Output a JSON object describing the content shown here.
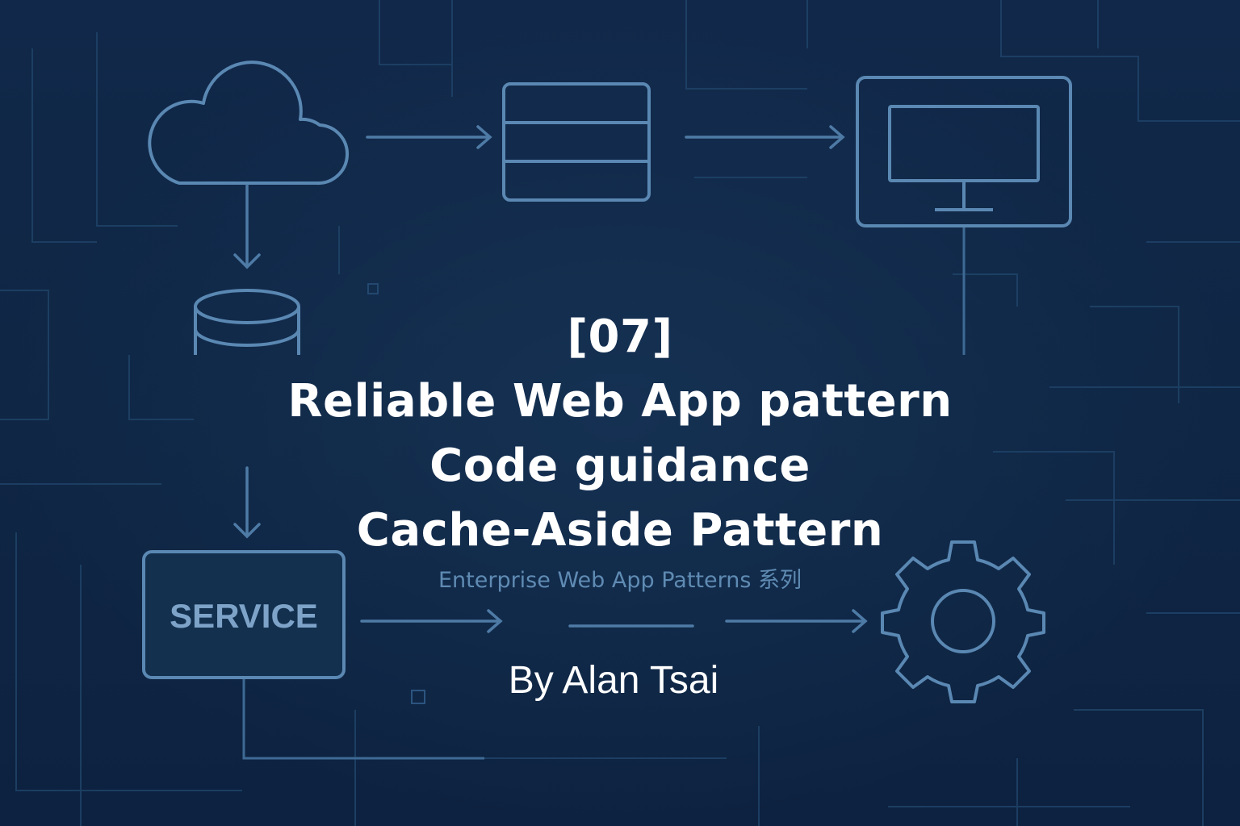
{
  "title": {
    "number": "[07]",
    "line1": "Reliable Web App pattern",
    "line2": "Code guidance",
    "line3": "Cache-Aside Pattern"
  },
  "subtitle": "Enterprise Web App Patterns 系列",
  "author": "By Alan Tsai",
  "diagram": {
    "service_label": "SERVICE",
    "icons": [
      "cloud-icon",
      "server-rack-icon",
      "monitor-icon",
      "database-icon",
      "service-box",
      "gear-icon"
    ]
  },
  "colors": {
    "background": "#0f2744",
    "line": "#4a76a0",
    "title": "#ffffff",
    "subtitle": "#5f8bb3"
  }
}
